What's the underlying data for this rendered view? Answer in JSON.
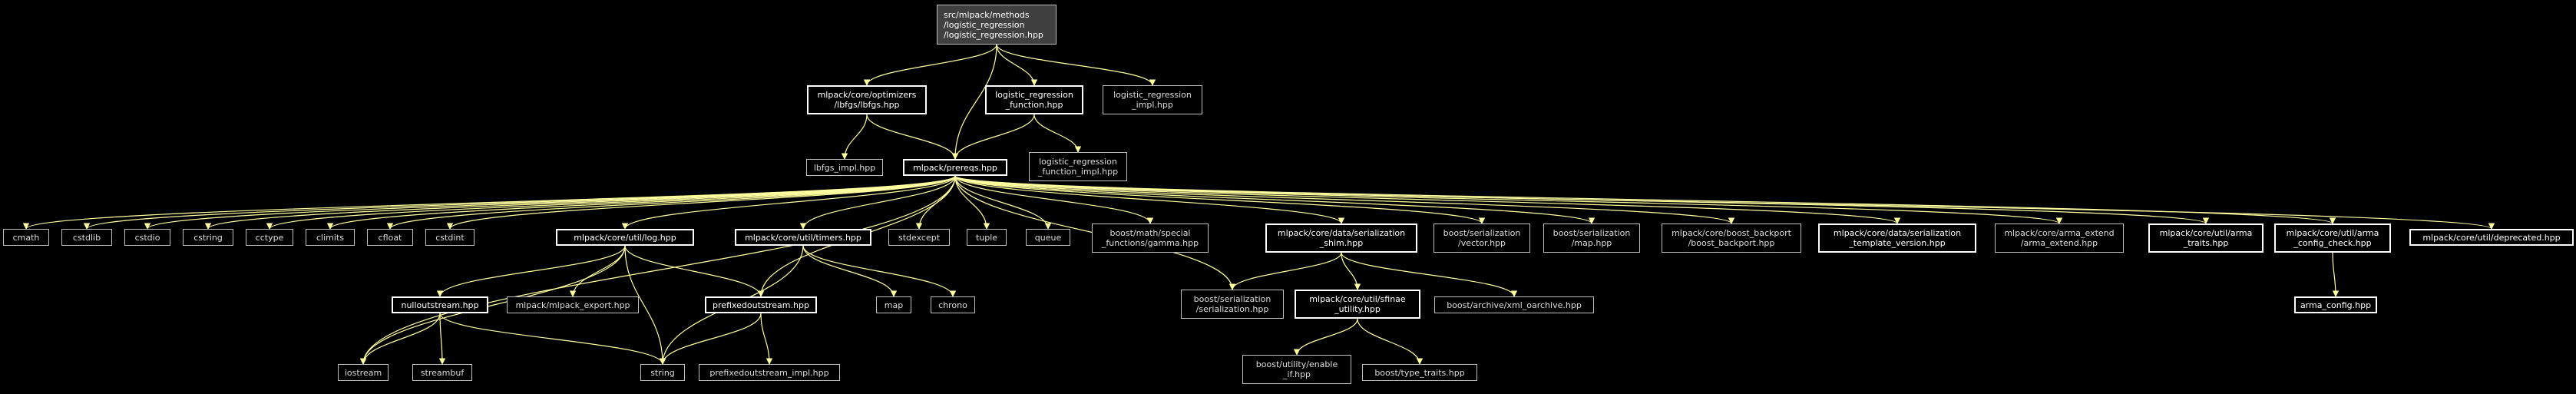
{
  "nodes": [
    {
      "id": "root",
      "kind": "root",
      "label": "src/mlpack/methods\n/logistic_regression\n/logistic_regression.hpp"
    },
    {
      "id": "lbfgs",
      "kind": "linked",
      "label": "mlpack/core/optimizers\n/lbfgs/lbfgs.hpp"
    },
    {
      "id": "lrfunc",
      "kind": "linked",
      "label": "logistic_regression\n_function.hpp"
    },
    {
      "id": "lrimpl",
      "kind": "plain",
      "label": "logistic_regression\n_impl.hpp"
    },
    {
      "id": "lbfgsimpl",
      "kind": "plain",
      "label": "lbfgs_impl.hpp"
    },
    {
      "id": "prereqs",
      "kind": "linked",
      "label": "mlpack/prereqs.hpp"
    },
    {
      "id": "lrfuncimpl",
      "kind": "plain",
      "label": "logistic_regression\n_function_impl.hpp"
    },
    {
      "id": "cmath",
      "kind": "plain",
      "label": "cmath"
    },
    {
      "id": "cstdlib",
      "kind": "plain",
      "label": "cstdlib"
    },
    {
      "id": "cstdio",
      "kind": "plain",
      "label": "cstdio"
    },
    {
      "id": "cstring",
      "kind": "plain",
      "label": "cstring"
    },
    {
      "id": "cctype",
      "kind": "plain",
      "label": "cctype"
    },
    {
      "id": "climits",
      "kind": "plain",
      "label": "climits"
    },
    {
      "id": "cfloat",
      "kind": "plain",
      "label": "cfloat"
    },
    {
      "id": "cstdint",
      "kind": "plain",
      "label": "cstdint"
    },
    {
      "id": "log",
      "kind": "linked",
      "label": "mlpack/core/util/log.hpp"
    },
    {
      "id": "timers",
      "kind": "linked",
      "label": "mlpack/core/util/timers.hpp"
    },
    {
      "id": "stdexcept",
      "kind": "plain",
      "label": "stdexcept"
    },
    {
      "id": "tuple",
      "kind": "plain",
      "label": "tuple"
    },
    {
      "id": "queue",
      "kind": "plain",
      "label": "queue"
    },
    {
      "id": "gamma",
      "kind": "plain",
      "label": "boost/math/special\n_functions/gamma.hpp"
    },
    {
      "id": "sershim",
      "kind": "linked",
      "label": "mlpack/core/data/serialization\n_shim.hpp"
    },
    {
      "id": "vector",
      "kind": "plain",
      "label": "boost/serialization\n/vector.hpp"
    },
    {
      "id": "map_hpp",
      "kind": "plain",
      "label": "boost/serialization\n/map.hpp"
    },
    {
      "id": "backport",
      "kind": "plain",
      "label": "mlpack/core/boost_backport\n/boost_backport.hpp"
    },
    {
      "id": "sertmpl",
      "kind": "linked",
      "label": "mlpack/core/data/serialization\n_template_version.hpp"
    },
    {
      "id": "armaext",
      "kind": "plain",
      "label": "mlpack/core/arma_extend\n/arma_extend.hpp"
    },
    {
      "id": "armatraits",
      "kind": "linked",
      "label": "mlpack/core/util/arma\n_traits.hpp"
    },
    {
      "id": "armacheck",
      "kind": "linked",
      "label": "mlpack/core/util/arma\n_config_check.hpp"
    },
    {
      "id": "deprecated",
      "kind": "linked",
      "label": "mlpack/core/util/deprecated.hpp"
    },
    {
      "id": "nullout",
      "kind": "linked",
      "label": "nulloutstream.hpp"
    },
    {
      "id": "export",
      "kind": "plain",
      "label": "mlpack/mlpack_export.hpp"
    },
    {
      "id": "prefixed",
      "kind": "linked",
      "label": "prefixedoutstream.hpp"
    },
    {
      "id": "map",
      "kind": "plain",
      "label": "map"
    },
    {
      "id": "chrono",
      "kind": "plain",
      "label": "chrono"
    },
    {
      "id": "serialization",
      "kind": "plain",
      "label": "boost/serialization\n/serialization.hpp"
    },
    {
      "id": "sfinae",
      "kind": "linked",
      "label": "mlpack/core/util/sfinae\n_utility.hpp"
    },
    {
      "id": "xml",
      "kind": "plain",
      "label": "boost/archive/xml_oarchive.hpp"
    },
    {
      "id": "armaconfig",
      "kind": "linked",
      "label": "arma_config.hpp"
    },
    {
      "id": "iostream",
      "kind": "plain",
      "label": "iostream"
    },
    {
      "id": "streambuf",
      "kind": "plain",
      "label": "streambuf"
    },
    {
      "id": "string",
      "kind": "plain",
      "label": "string"
    },
    {
      "id": "prefixedimpl",
      "kind": "plain",
      "label": "prefixedoutstream_impl.hpp"
    },
    {
      "id": "enableif",
      "kind": "plain",
      "label": "boost/utility/enable\n_if.hpp"
    },
    {
      "id": "typetraits",
      "kind": "plain",
      "label": "boost/type_traits.hpp"
    }
  ],
  "edges": [
    [
      "root",
      "lbfgs"
    ],
    [
      "root",
      "lrfunc"
    ],
    [
      "root",
      "lrimpl"
    ],
    [
      "root",
      "prereqs"
    ],
    [
      "lbfgs",
      "lbfgsimpl"
    ],
    [
      "lbfgs",
      "prereqs"
    ],
    [
      "lrfunc",
      "prereqs"
    ],
    [
      "lrfunc",
      "lrfuncimpl"
    ],
    [
      "prereqs",
      "cmath"
    ],
    [
      "prereqs",
      "cstdlib"
    ],
    [
      "prereqs",
      "cstdio"
    ],
    [
      "prereqs",
      "cstring"
    ],
    [
      "prereqs",
      "cctype"
    ],
    [
      "prereqs",
      "climits"
    ],
    [
      "prereqs",
      "cfloat"
    ],
    [
      "prereqs",
      "cstdint"
    ],
    [
      "prereqs",
      "log"
    ],
    [
      "prereqs",
      "timers"
    ],
    [
      "prereqs",
      "stdexcept"
    ],
    [
      "prereqs",
      "tuple"
    ],
    [
      "prereqs",
      "queue"
    ],
    [
      "prereqs",
      "gamma"
    ],
    [
      "prereqs",
      "sershim"
    ],
    [
      "prereqs",
      "vector"
    ],
    [
      "prereqs",
      "map_hpp"
    ],
    [
      "prereqs",
      "backport"
    ],
    [
      "prereqs",
      "sertmpl"
    ],
    [
      "prereqs",
      "armaext"
    ],
    [
      "prereqs",
      "armatraits"
    ],
    [
      "prereqs",
      "armacheck"
    ],
    [
      "prereqs",
      "deprecated"
    ],
    [
      "prereqs",
      "iostream"
    ],
    [
      "prereqs",
      "serialization"
    ],
    [
      "prereqs",
      "prefixed"
    ],
    [
      "log",
      "nullout"
    ],
    [
      "log",
      "export"
    ],
    [
      "log",
      "prefixed"
    ],
    [
      "log",
      "string"
    ],
    [
      "log",
      "iostream"
    ],
    [
      "nullout",
      "iostream"
    ],
    [
      "nullout",
      "streambuf"
    ],
    [
      "nullout",
      "string"
    ],
    [
      "prefixed",
      "string"
    ],
    [
      "prefixed",
      "prefixedimpl"
    ],
    [
      "timers",
      "map"
    ],
    [
      "timers",
      "chrono"
    ],
    [
      "timers",
      "string"
    ],
    [
      "sershim",
      "serialization"
    ],
    [
      "sershim",
      "sfinae"
    ],
    [
      "sershim",
      "xml"
    ],
    [
      "sfinae",
      "enableif"
    ],
    [
      "sfinae",
      "typetraits"
    ],
    [
      "armacheck",
      "armaconfig"
    ]
  ]
}
